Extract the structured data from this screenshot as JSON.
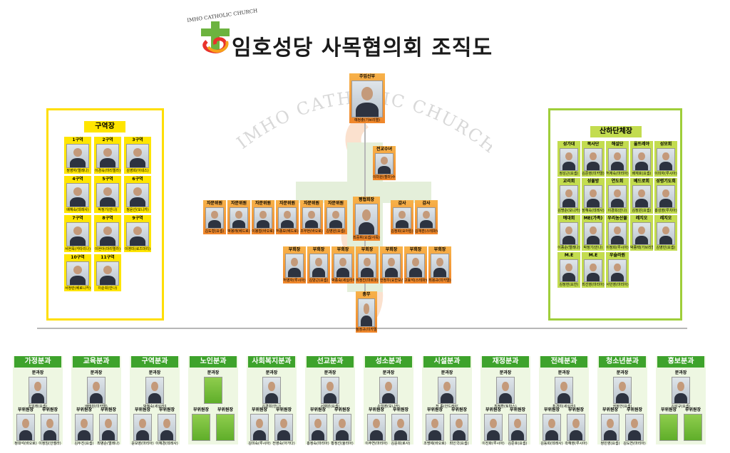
{
  "header": {
    "title": "임호성당 사목협의회 조직도",
    "logo_text": "IMHO CATHOLIC CHURCH",
    "watermark": "IMHO CATHOLIC CHURCH"
  },
  "colors": {
    "accent_green": "#3ea32c",
    "panel_yellow": "#ffde00",
    "panel_green": "#9fce3a",
    "leader_orange": "#f0862a"
  },
  "top": {
    "pastor": {
      "role": "주임신부",
      "name": "예정출(가브리엘)"
    },
    "nun": {
      "role": "전교수녀",
      "name": "이미원(젤마)수녀"
    },
    "chair": {
      "role": "평협회장",
      "name": "최중휘(요셉/사목)"
    },
    "auditors": [
      {
        "role": "감사",
        "name": "김정희(요아킴)"
      },
      {
        "role": "감사",
        "name": "김재훈(스테파노)"
      }
    ],
    "members": [
      {
        "role": "자문위원",
        "name": "김도형(요셉)"
      },
      {
        "role": "자문위원",
        "name": "박봉래(베드로)"
      },
      {
        "role": "자문위원",
        "name": "이봉철(바오로)"
      },
      {
        "role": "자문위원",
        "name": "허종보(베드로)"
      },
      {
        "role": "자문위원",
        "name": "조무현(바오로)"
      },
      {
        "role": "자문위원",
        "name": "김영원(요셉)"
      }
    ],
    "vice": [
      {
        "role": "부회장",
        "name": "허영자(루시아)"
      },
      {
        "role": "부회장",
        "name": "김양근(요셉)"
      },
      {
        "role": "부회장",
        "name": "박종숙(세실리아)"
      },
      {
        "role": "부회장",
        "name": "최정진(마르코)"
      },
      {
        "role": "부회장",
        "name": "한정우(요한보스코)"
      },
      {
        "role": "부회장",
        "name": "고효석(스테파노)"
      },
      {
        "role": "부회장",
        "name": "최용규(미카엘)"
      }
    ],
    "secretary": {
      "role": "총무",
      "name": "정정규(미카엘)"
    }
  },
  "districts": {
    "title": "구역장",
    "items": [
      {
        "role": "1구역",
        "name": "정영자(엘레나)"
      },
      {
        "role": "2구역",
        "name": "이경숙(마리엘라)"
      },
      {
        "role": "3구역",
        "name": "김영희(아네스)"
      },
      {
        "role": "4구역",
        "name": "배혜숙(데레사)"
      },
      {
        "role": "5구역",
        "name": "박정기(안나)"
      },
      {
        "role": "6구역",
        "name": "정윤선(모니카)"
      },
      {
        "role": "7구역",
        "name": "서현옥(카타리나)"
      },
      {
        "role": "8구역",
        "name": "이현아(마리엘라)"
      },
      {
        "role": "9구역",
        "name": "이영미(로즈마리)"
      },
      {
        "role": "10구역",
        "name": "서정란(베로니카)"
      },
      {
        "role": "11구역",
        "name": "이순희(안나)"
      }
    ]
  },
  "groups": {
    "title": "산하단체장",
    "items": [
      {
        "role": "성가대",
        "name": "정성근(요셉)"
      },
      {
        "role": "복사단",
        "name": "김준영(미카엘)"
      },
      {
        "role": "해설단",
        "name": "허재숙(마리아)"
      },
      {
        "role": "울뜨레야",
        "name": "배재호(요셉)"
      },
      {
        "role": "성모회",
        "name": "이미자(루시아)"
      },
      {
        "role": "교리회",
        "name": "김명순(모니카)"
      },
      {
        "role": "성물방",
        "name": "장혜숙(데레사)"
      },
      {
        "role": "연도회",
        "name": "이경희(안나)"
      },
      {
        "role": "베드로회",
        "name": "김정원(요셉)"
      },
      {
        "role": "성령기도회",
        "name": "홍성영(루치아)"
      },
      {
        "role": "예대회",
        "name": "이종순(엘레나)"
      },
      {
        "role": "ME(가족)",
        "name": "박정기(안나)"
      },
      {
        "role": "우리농산물",
        "name": "이정희(루시아)"
      },
      {
        "role": "레지오",
        "name": "박종택(가브리엘)"
      },
      {
        "role": "레지오",
        "name": "김영민(요셉)"
      },
      {
        "role": "M.E",
        "name": "김정현(요한)"
      },
      {
        "role": "M.E",
        "name": "최선영(마리아)"
      },
      {
        "role": "우슬라원",
        "name": "서민영(마리아)"
      }
    ]
  },
  "departments": [
    {
      "title": "가정분과",
      "head": {
        "role": "분과장",
        "name": "조임래(요셉)"
      },
      "members": [
        {
          "role": "부위원장",
          "name": "정대석(바오로)"
        },
        {
          "role": "부위원장",
          "name": "이정임(안젤라)"
        }
      ]
    },
    {
      "title": "교육분과",
      "head": {
        "role": "분과장",
        "name": "배태원(미카엘)"
      },
      "members": [
        {
          "role": "부위원장",
          "name": "김두진(요셉)"
        },
        {
          "role": "부위원장",
          "name": "최병순(엘레나)"
        }
      ]
    },
    {
      "title": "구역분과",
      "head": {
        "role": "분과장",
        "name": "박혜숙(세실리아)"
      },
      "members": [
        {
          "role": "부위원장",
          "name": "윤보영(마리아)"
        },
        {
          "role": "부위원장",
          "name": "이혜경(데레사)"
        }
      ]
    },
    {
      "title": "노인분과",
      "head": {
        "role": "분과장",
        "name": ""
      },
      "members": [
        {
          "role": "부위원장",
          "name": ""
        },
        {
          "role": "부위원장",
          "name": ""
        }
      ]
    },
    {
      "title": "사회복지분과",
      "head": {
        "role": "분과장",
        "name": "김경희(안나)"
      },
      "members": [
        {
          "role": "부위원장",
          "name": "김미숙(루시아)"
        },
        {
          "role": "부위원장",
          "name": "전영숙(아가다)"
        }
      ]
    },
    {
      "title": "선교분과",
      "head": {
        "role": "분과장",
        "name": "서재원(요셉)"
      },
      "members": [
        {
          "role": "부위원장",
          "name": "홍정숙(마리아)"
        },
        {
          "role": "부위원장",
          "name": "황정선(율리아)"
        }
      ]
    },
    {
      "title": "성소분과",
      "head": {
        "role": "분과장",
        "name": "손임영(모니카)"
      },
      "members": [
        {
          "role": "부위원장",
          "name": "이주연(마리아)"
        },
        {
          "role": "부위원장",
          "name": "김윤희(로사)"
        }
      ]
    },
    {
      "title": "시설분과",
      "head": {
        "role": "분과장",
        "name": "전 종(안드레아)"
      },
      "members": [
        {
          "role": "부위원장",
          "name": "조명제(바오로)"
        },
        {
          "role": "부위원장",
          "name": "최인국(요셉)"
        }
      ]
    },
    {
      "title": "재정분과",
      "head": {
        "role": "분과장",
        "name": "최정환(토마스)"
      },
      "members": [
        {
          "role": "부위원장",
          "name": "이진화(루시아)"
        },
        {
          "role": "부위원장",
          "name": "김준호(요셉)"
        }
      ]
    },
    {
      "title": "전례분과",
      "head": {
        "role": "분과장",
        "name": "최경미(세실리아)"
      },
      "members": [
        {
          "role": "부위원장",
          "name": "김동희(데레사)"
        },
        {
          "role": "부위원장",
          "name": "곽혜영(루시아)"
        }
      ]
    },
    {
      "title": "청소년분과",
      "head": {
        "role": "분과장",
        "name": "권정안(요셉)"
      },
      "members": [
        {
          "role": "부위원장",
          "name": "정민영(요셉)"
        },
        {
          "role": "부위원장",
          "name": "김도연(마리아)"
        }
      ]
    },
    {
      "title": "홍보분과",
      "head": {
        "role": "분과장",
        "name": "김성규(요셉)"
      },
      "members": [
        {
          "role": "부위원장",
          "name": ""
        },
        {
          "role": "부위원장",
          "name": ""
        }
      ]
    }
  ]
}
